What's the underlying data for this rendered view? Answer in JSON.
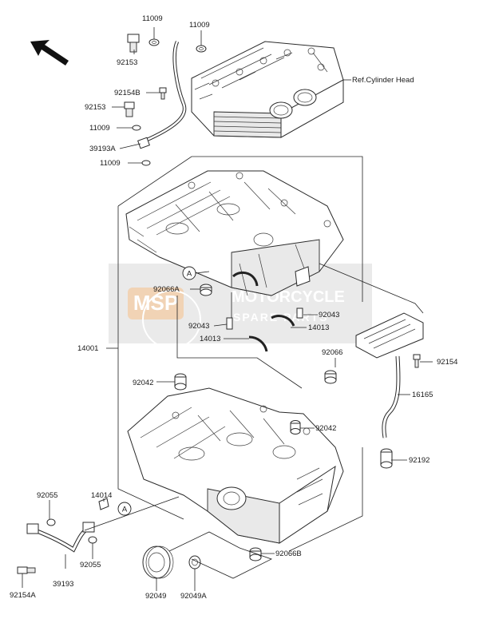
{
  "watermark": {
    "logo": "MSP",
    "brand": "MOTORCYCLE",
    "sub": "SPARE PARTS"
  },
  "callouts": {
    "ref_marker": "A"
  },
  "parts": {
    "p11009_top1": "11009",
    "p11009_top2": "11009",
    "p92153_top": "92153",
    "p92154b": "92154B",
    "p92153_mid": "92153",
    "p11009_mid": "11009",
    "p39193a": "39193A",
    "p11009_low": "11009",
    "ref_cyl_head": "Ref.Cylinder Head",
    "p92066a": "92066A",
    "p92043_left": "92043",
    "p14013_left": "14013",
    "p92043_right": "92043",
    "p14013_right": "14013",
    "p14001": "14001",
    "p92066": "92066",
    "p92154": "92154",
    "p92042_left": "92042",
    "p16165": "16165",
    "p92042_right": "92042",
    "p92192": "92192",
    "p92055_left": "92055",
    "p14014": "14014",
    "p92055_mid": "92055",
    "p39193": "39193",
    "p92154a": "92154A",
    "p92049": "92049",
    "p92049a": "92049A",
    "p92066b": "92066B"
  },
  "colors": {
    "ink": "#222222",
    "watermark_fill": "#cfcfcf",
    "watermark_accent": "#e6b07a"
  }
}
